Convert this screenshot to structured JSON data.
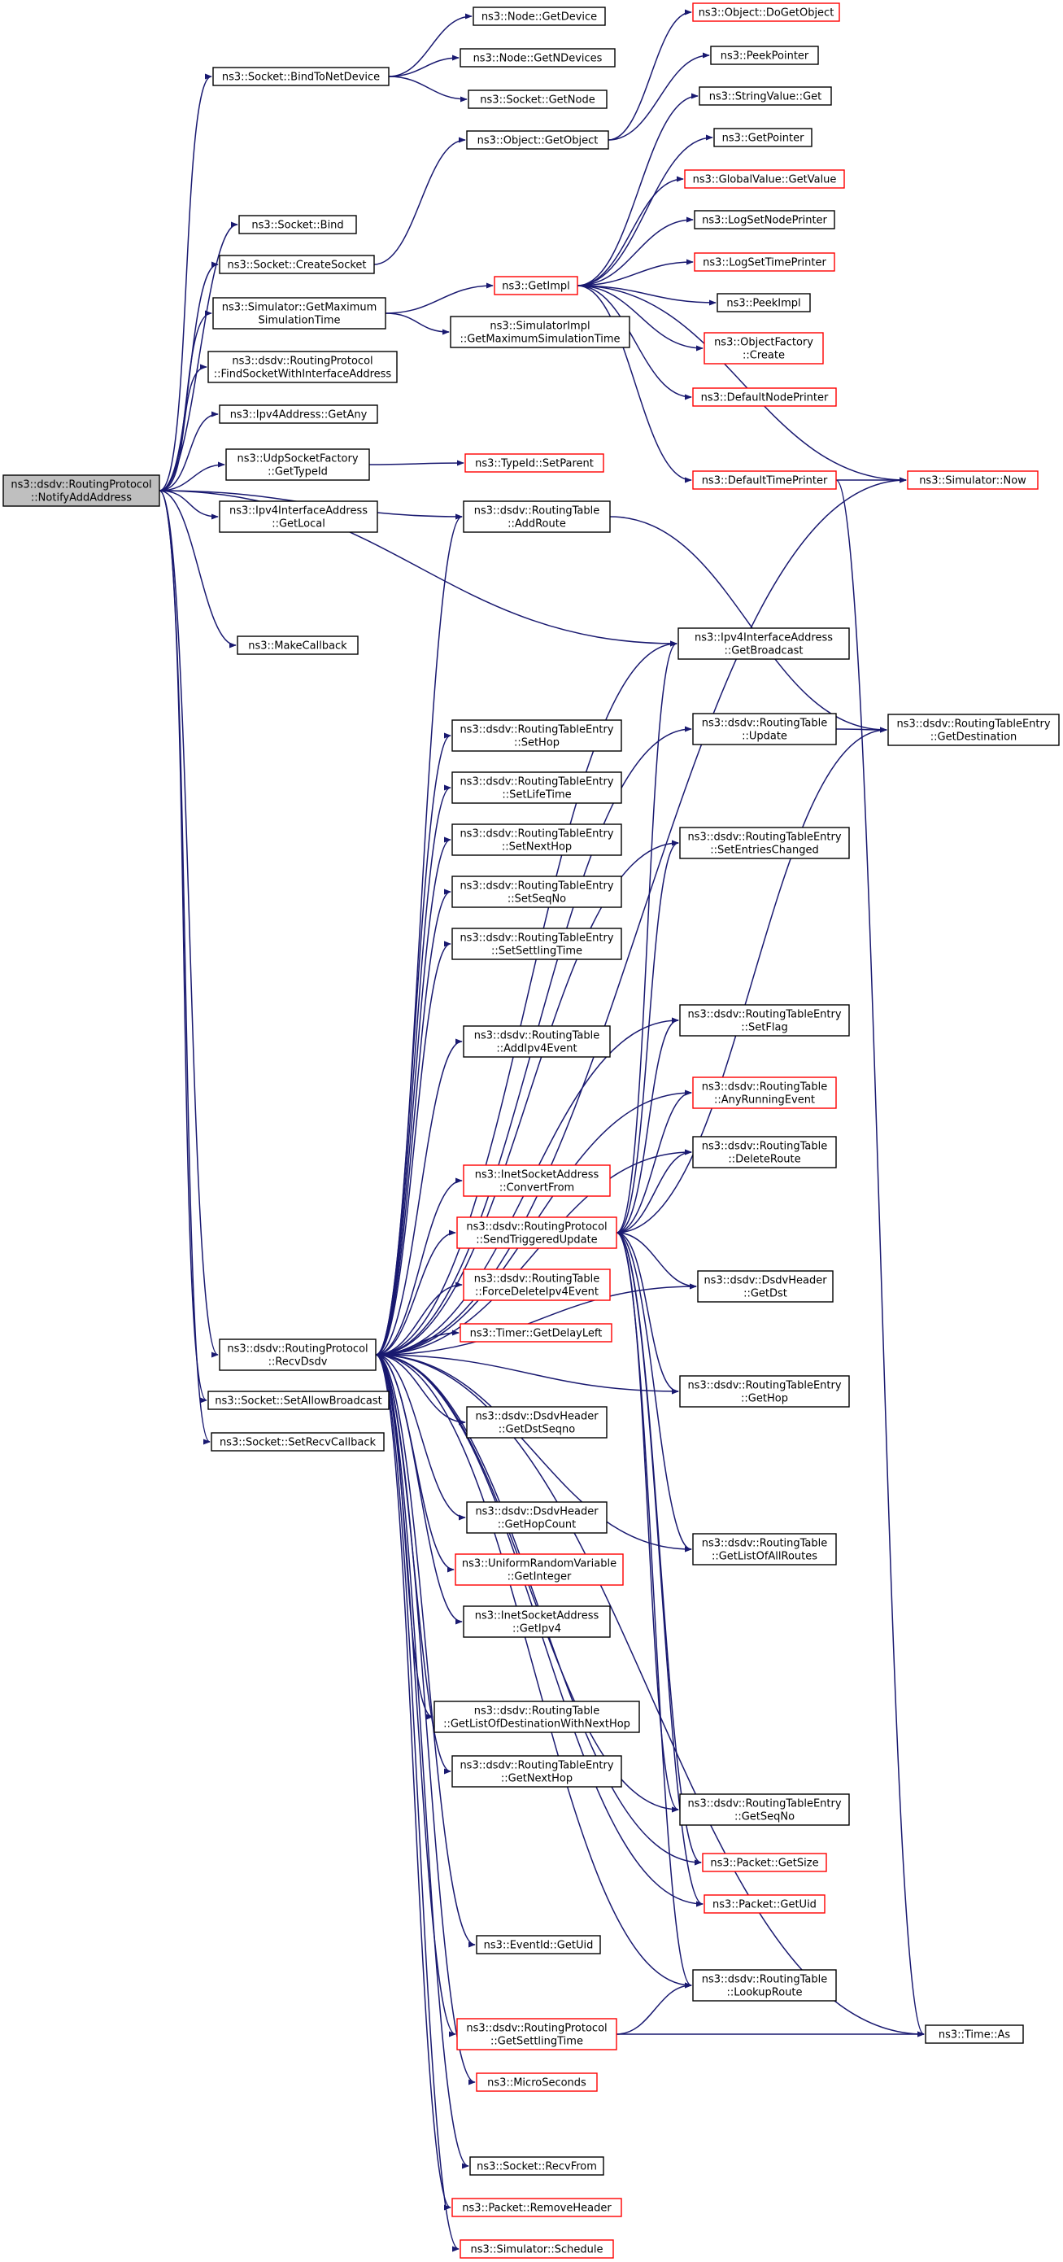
{
  "colors": {
    "edge": "#191970",
    "node_border_normal": "#000000",
    "node_border_truncated": "#ff0000",
    "root_fill": "#bfbfbf",
    "node_fill": "#ffffff"
  },
  "root": {
    "lines": [
      "ns3::dsdv::RoutingProtocol",
      "::NotifyAddAddress"
    ]
  },
  "nodes": {
    "bindToNetDevice": {
      "lines": [
        "ns3::Socket::BindToNetDevice"
      ],
      "truncated": false
    },
    "nodeGetDevice": {
      "lines": [
        "ns3::Node::GetDevice"
      ],
      "truncated": false
    },
    "nodeGetNDevices": {
      "lines": [
        "ns3::Node::GetNDevices"
      ],
      "truncated": false
    },
    "socketGetNode": {
      "lines": [
        "ns3::Socket::GetNode"
      ],
      "truncated": false
    },
    "objectDoGetObject": {
      "lines": [
        "ns3::Object::DoGetObject"
      ],
      "truncated": true
    },
    "peekPointer": {
      "lines": [
        "ns3::PeekPointer"
      ],
      "truncated": false
    },
    "stringValueGet": {
      "lines": [
        "ns3::StringValue::Get"
      ],
      "truncated": false
    },
    "objectGetObject": {
      "lines": [
        "ns3::Object::GetObject"
      ],
      "truncated": false
    },
    "getPointer": {
      "lines": [
        "ns3::GetPointer"
      ],
      "truncated": false
    },
    "globalValueGetValue": {
      "lines": [
        "ns3::GlobalValue::GetValue"
      ],
      "truncated": true
    },
    "socketBind": {
      "lines": [
        "ns3::Socket::Bind"
      ],
      "truncated": false
    },
    "logSetNodePrinter": {
      "lines": [
        "ns3::LogSetNodePrinter"
      ],
      "truncated": false
    },
    "createSocket": {
      "lines": [
        "ns3::Socket::CreateSocket"
      ],
      "truncated": false
    },
    "logSetTimePrinter": {
      "lines": [
        "ns3::LogSetTimePrinter"
      ],
      "truncated": true
    },
    "getImpl": {
      "lines": [
        "ns3::GetImpl"
      ],
      "truncated": true
    },
    "simGetMaxSimTime": {
      "lines": [
        "ns3::Simulator::GetMaximum",
        "SimulationTime"
      ],
      "truncated": false
    },
    "peekImpl": {
      "lines": [
        "ns3::PeekImpl"
      ],
      "truncated": false
    },
    "simImplGetMax": {
      "lines": [
        "ns3::SimulatorImpl",
        "::GetMaximumSimulationTime"
      ],
      "truncated": false
    },
    "objectFactoryCreate": {
      "lines": [
        "ns3::ObjectFactory",
        "::Create"
      ],
      "truncated": true
    },
    "findSocketWithIface": {
      "lines": [
        "ns3::dsdv::RoutingProtocol",
        "::FindSocketWithInterfaceAddress"
      ],
      "truncated": false
    },
    "defaultNodePrinter": {
      "lines": [
        "ns3::DefaultNodePrinter"
      ],
      "truncated": true
    },
    "ipv4AddrGetAny": {
      "lines": [
        "ns3::Ipv4Address::GetAny"
      ],
      "truncated": false
    },
    "udpSocketFactoryGetTypeId": {
      "lines": [
        "ns3::UdpSocketFactory",
        "::GetTypeId"
      ],
      "truncated": false
    },
    "typeIdSetParent": {
      "lines": [
        "ns3::TypeId::SetParent"
      ],
      "truncated": true
    },
    "defaultTimePrinter": {
      "lines": [
        "ns3::DefaultTimePrinter"
      ],
      "truncated": true
    },
    "simulatorNow": {
      "lines": [
        "ns3::Simulator::Now"
      ],
      "truncated": true
    },
    "ipv4IfaceGetLocal": {
      "lines": [
        "ns3::Ipv4InterfaceAddress",
        "::GetLocal"
      ],
      "truncated": false
    },
    "rtAddRoute": {
      "lines": [
        "ns3::dsdv::RoutingTable",
        "::AddRoute"
      ],
      "truncated": false
    },
    "makeCallback": {
      "lines": [
        "ns3::MakeCallback"
      ],
      "truncated": false
    },
    "ipv4IfaceGetBroadcast": {
      "lines": [
        "ns3::Ipv4InterfaceAddress",
        "::GetBroadcast"
      ],
      "truncated": false
    },
    "rtUpdate": {
      "lines": [
        "ns3::dsdv::RoutingTable",
        "::Update"
      ],
      "truncated": false
    },
    "rteGetDestination": {
      "lines": [
        "ns3::dsdv::RoutingTableEntry",
        "::GetDestination"
      ],
      "truncated": false
    },
    "rteSetHop": {
      "lines": [
        "ns3::dsdv::RoutingTableEntry",
        "::SetHop"
      ],
      "truncated": false
    },
    "rteSetLifeTime": {
      "lines": [
        "ns3::dsdv::RoutingTableEntry",
        "::SetLifeTime"
      ],
      "truncated": false
    },
    "rteSetNextHop": {
      "lines": [
        "ns3::dsdv::RoutingTableEntry",
        "::SetNextHop"
      ],
      "truncated": false
    },
    "rteSetEntriesChanged": {
      "lines": [
        "ns3::dsdv::RoutingTableEntry",
        "::SetEntriesChanged"
      ],
      "truncated": false
    },
    "rteSetSeqNo": {
      "lines": [
        "ns3::dsdv::RoutingTableEntry",
        "::SetSeqNo"
      ],
      "truncated": false
    },
    "rteSetSettlingTime": {
      "lines": [
        "ns3::dsdv::RoutingTableEntry",
        "::SetSettlingTime"
      ],
      "truncated": false
    },
    "rteSetFlag": {
      "lines": [
        "ns3::dsdv::RoutingTableEntry",
        "::SetFlag"
      ],
      "truncated": false
    },
    "rtAddIpv4Event": {
      "lines": [
        "ns3::dsdv::RoutingTable",
        "::AddIpv4Event"
      ],
      "truncated": false
    },
    "rtAnyRunningEvent": {
      "lines": [
        "ns3::dsdv::RoutingTable",
        "::AnyRunningEvent"
      ],
      "truncated": true
    },
    "rtDeleteRoute": {
      "lines": [
        "ns3::dsdv::RoutingTable",
        "::DeleteRoute"
      ],
      "truncated": false
    },
    "inetConvertFrom": {
      "lines": [
        "ns3::InetSocketAddress",
        "::ConvertFrom"
      ],
      "truncated": true
    },
    "sendTriggeredUpdate": {
      "lines": [
        "ns3::dsdv::RoutingProtocol",
        "::SendTriggeredUpdate"
      ],
      "truncated": true
    },
    "rtForceDeleteIpv4Event": {
      "lines": [
        "ns3::dsdv::RoutingTable",
        "::ForceDeleteIpv4Event"
      ],
      "truncated": true
    },
    "dsdvHeaderGetDst": {
      "lines": [
        "ns3::dsdv::DsdvHeader",
        "::GetDst"
      ],
      "truncated": false
    },
    "timerGetDelayLeft": {
      "lines": [
        "ns3::Timer::GetDelayLeft"
      ],
      "truncated": true
    },
    "recvDsdv": {
      "lines": [
        "ns3::dsdv::RoutingProtocol",
        "::RecvDsdv"
      ],
      "truncated": false
    },
    "socketSetAllowBroadcast": {
      "lines": [
        "ns3::Socket::SetAllowBroadcast"
      ],
      "truncated": false
    },
    "socketSetRecvCallback": {
      "lines": [
        "ns3::Socket::SetRecvCallback"
      ],
      "truncated": false
    },
    "rteGetHop": {
      "lines": [
        "ns3::dsdv::RoutingTableEntry",
        "::GetHop"
      ],
      "truncated": false
    },
    "dsdvHeaderGetDstSeqno": {
      "lines": [
        "ns3::dsdv::DsdvHeader",
        "::GetDstSeqno"
      ],
      "truncated": false
    },
    "dsdvHeaderGetHopCount": {
      "lines": [
        "ns3::dsdv::DsdvHeader",
        "::GetHopCount"
      ],
      "truncated": false
    },
    "rtGetListOfAllRoutes": {
      "lines": [
        "ns3::dsdv::RoutingTable",
        "::GetListOfAllRoutes"
      ],
      "truncated": false
    },
    "urvGetInteger": {
      "lines": [
        "ns3::UniformRandomVariable",
        "::GetInteger"
      ],
      "truncated": true
    },
    "inetGetIpv4": {
      "lines": [
        "ns3::InetSocketAddress",
        "::GetIpv4"
      ],
      "truncated": false
    },
    "rtGetListOfDestWithNextHop": {
      "lines": [
        "ns3::dsdv::RoutingTable",
        "::GetListOfDestinationWithNextHop"
      ],
      "truncated": false
    },
    "rteGetNextHop": {
      "lines": [
        "ns3::dsdv::RoutingTableEntry",
        "::GetNextHop"
      ],
      "truncated": false
    },
    "rteGetSeqNo": {
      "lines": [
        "ns3::dsdv::RoutingTableEntry",
        "::GetSeqNo"
      ],
      "truncated": false
    },
    "packetGetSize": {
      "lines": [
        "ns3::Packet::GetSize"
      ],
      "truncated": true
    },
    "packetGetUid": {
      "lines": [
        "ns3::Packet::GetUid"
      ],
      "truncated": true
    },
    "eventIdGetUid": {
      "lines": [
        "ns3::EventId::GetUid"
      ],
      "truncated": false
    },
    "rtLookupRoute": {
      "lines": [
        "ns3::dsdv::RoutingTable",
        "::LookupRoute"
      ],
      "truncated": false
    },
    "rpGetSettlingTime": {
      "lines": [
        "ns3::dsdv::RoutingProtocol",
        "::GetSettlingTime"
      ],
      "truncated": true
    },
    "timeAs": {
      "lines": [
        "ns3::Time::As"
      ],
      "truncated": false
    },
    "microSeconds": {
      "lines": [
        "ns3::MicroSeconds"
      ],
      "truncated": true
    },
    "socketRecvFrom": {
      "lines": [
        "ns3::Socket::RecvFrom"
      ],
      "truncated": false
    },
    "packetRemoveHeader": {
      "lines": [
        "ns3::Packet::RemoveHeader"
      ],
      "truncated": true
    },
    "simulatorSchedule": {
      "lines": [
        "ns3::Simulator::Schedule"
      ],
      "truncated": true
    }
  },
  "edges": [
    [
      "root",
      "bindToNetDevice"
    ],
    [
      "root",
      "socketBind"
    ],
    [
      "root",
      "createSocket"
    ],
    [
      "root",
      "simGetMaxSimTime"
    ],
    [
      "root",
      "findSocketWithIface"
    ],
    [
      "root",
      "ipv4AddrGetAny"
    ],
    [
      "root",
      "udpSocketFactoryGetTypeId"
    ],
    [
      "root",
      "ipv4IfaceGetLocal"
    ],
    [
      "root",
      "rtAddRoute"
    ],
    [
      "root",
      "makeCallback"
    ],
    [
      "root",
      "ipv4IfaceGetBroadcast"
    ],
    [
      "root",
      "recvDsdv"
    ],
    [
      "root",
      "socketSetAllowBroadcast"
    ],
    [
      "root",
      "socketSetRecvCallback"
    ],
    [
      "bindToNetDevice",
      "nodeGetDevice"
    ],
    [
      "bindToNetDevice",
      "nodeGetNDevices"
    ],
    [
      "bindToNetDevice",
      "socketGetNode"
    ],
    [
      "createSocket",
      "objectGetObject"
    ],
    [
      "objectGetObject",
      "objectDoGetObject"
    ],
    [
      "objectGetObject",
      "peekPointer"
    ],
    [
      "simGetMaxSimTime",
      "getImpl"
    ],
    [
      "simGetMaxSimTime",
      "simImplGetMax"
    ],
    [
      "getImpl",
      "stringValueGet"
    ],
    [
      "getImpl",
      "getPointer"
    ],
    [
      "getImpl",
      "globalValueGetValue"
    ],
    [
      "getImpl",
      "logSetNodePrinter"
    ],
    [
      "getImpl",
      "logSetTimePrinter"
    ],
    [
      "getImpl",
      "peekImpl"
    ],
    [
      "getImpl",
      "objectFactoryCreate"
    ],
    [
      "getImpl",
      "defaultNodePrinter"
    ],
    [
      "getImpl",
      "defaultTimePrinter"
    ],
    [
      "getImpl",
      "simulatorNow"
    ],
    [
      "defaultTimePrinter",
      "simulatorNow"
    ],
    [
      "defaultTimePrinter",
      "timeAs"
    ],
    [
      "udpSocketFactoryGetTypeId",
      "typeIdSetParent"
    ],
    [
      "rtAddRoute",
      "rteGetDestination"
    ],
    [
      "rtUpdate",
      "rteGetDestination"
    ],
    [
      "recvDsdv",
      "rtAddRoute"
    ],
    [
      "recvDsdv",
      "simulatorNow"
    ],
    [
      "recvDsdv",
      "ipv4IfaceGetBroadcast"
    ],
    [
      "recvDsdv",
      "rtUpdate"
    ],
    [
      "recvDsdv",
      "rteSetHop"
    ],
    [
      "recvDsdv",
      "rteSetLifeTime"
    ],
    [
      "recvDsdv",
      "rteSetNextHop"
    ],
    [
      "recvDsdv",
      "rteSetEntriesChanged"
    ],
    [
      "recvDsdv",
      "rteSetSeqNo"
    ],
    [
      "recvDsdv",
      "rteSetSettlingTime"
    ],
    [
      "recvDsdv",
      "rteSetFlag"
    ],
    [
      "recvDsdv",
      "rtAddIpv4Event"
    ],
    [
      "recvDsdv",
      "rtAnyRunningEvent"
    ],
    [
      "recvDsdv",
      "rtDeleteRoute"
    ],
    [
      "recvDsdv",
      "inetConvertFrom"
    ],
    [
      "recvDsdv",
      "sendTriggeredUpdate"
    ],
    [
      "recvDsdv",
      "rtForceDeleteIpv4Event"
    ],
    [
      "recvDsdv",
      "timerGetDelayLeft"
    ],
    [
      "recvDsdv",
      "dsdvHeaderGetDst"
    ],
    [
      "recvDsdv",
      "dsdvHeaderGetDstSeqno"
    ],
    [
      "recvDsdv",
      "rteGetHop"
    ],
    [
      "recvDsdv",
      "dsdvHeaderGetHopCount"
    ],
    [
      "recvDsdv",
      "urvGetInteger"
    ],
    [
      "recvDsdv",
      "inetGetIpv4"
    ],
    [
      "recvDsdv",
      "rtGetListOfAllRoutes"
    ],
    [
      "recvDsdv",
      "rtGetListOfDestWithNextHop"
    ],
    [
      "recvDsdv",
      "rteGetNextHop"
    ],
    [
      "recvDsdv",
      "rteGetSeqNo"
    ],
    [
      "recvDsdv",
      "packetGetSize"
    ],
    [
      "recvDsdv",
      "packetGetUid"
    ],
    [
      "recvDsdv",
      "eventIdGetUid"
    ],
    [
      "recvDsdv",
      "rtLookupRoute"
    ],
    [
      "recvDsdv",
      "rpGetSettlingTime"
    ],
    [
      "recvDsdv",
      "microSeconds"
    ],
    [
      "recvDsdv",
      "timeAs"
    ],
    [
      "recvDsdv",
      "socketRecvFrom"
    ],
    [
      "recvDsdv",
      "packetRemoveHeader"
    ],
    [
      "recvDsdv",
      "simulatorSchedule"
    ],
    [
      "sendTriggeredUpdate",
      "ipv4IfaceGetBroadcast"
    ],
    [
      "sendTriggeredUpdate",
      "rteSetEntriesChanged"
    ],
    [
      "sendTriggeredUpdate",
      "rteSetFlag"
    ],
    [
      "sendTriggeredUpdate",
      "rtAnyRunningEvent"
    ],
    [
      "sendTriggeredUpdate",
      "rtDeleteRoute"
    ],
    [
      "sendTriggeredUpdate",
      "rteGetDestination"
    ],
    [
      "sendTriggeredUpdate",
      "dsdvHeaderGetDst"
    ],
    [
      "sendTriggeredUpdate",
      "rteGetHop"
    ],
    [
      "sendTriggeredUpdate",
      "rtGetListOfAllRoutes"
    ],
    [
      "sendTriggeredUpdate",
      "rteGetSeqNo"
    ],
    [
      "sendTriggeredUpdate",
      "packetGetSize"
    ],
    [
      "sendTriggeredUpdate",
      "packetGetUid"
    ],
    [
      "sendTriggeredUpdate",
      "rtLookupRoute"
    ],
    [
      "rpGetSettlingTime",
      "rtLookupRoute"
    ],
    [
      "rpGetSettlingTime",
      "timeAs"
    ]
  ]
}
